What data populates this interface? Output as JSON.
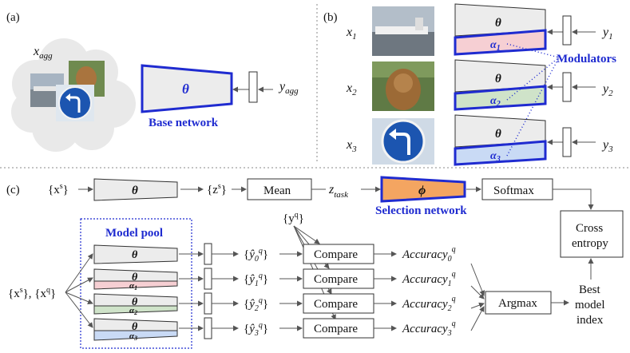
{
  "colors": {
    "accent_blue": "#1f2bd0",
    "trap_fill": "#e8e8e8",
    "alpha1_fill": "#f6cfd3",
    "alpha2_fill": "#cfe3c9",
    "alpha3_fill": "#c9daf5",
    "phi_fill": "#f4a561"
  },
  "panels": {
    "a": {
      "label": "(a)",
      "input": "x",
      "input_sub": "agg",
      "theta": "θ",
      "output": "y",
      "output_sub": "agg",
      "caption": "Base network"
    },
    "b": {
      "label": "(b)",
      "rows": [
        {
          "x": "x",
          "sub": "1",
          "theta": "θ",
          "alpha": "α",
          "alpha_sub": "1",
          "y": "y",
          "ysub": "1"
        },
        {
          "x": "x",
          "sub": "2",
          "theta": "θ",
          "alpha": "α",
          "alpha_sub": "2",
          "y": "y",
          "ysub": "2"
        },
        {
          "x": "x",
          "sub": "3",
          "theta": "θ",
          "alpha": "α",
          "alpha_sub": "3",
          "y": "y",
          "ysub": "3"
        }
      ],
      "modulators_label": "Modulators"
    },
    "c": {
      "label": "(c)",
      "top": {
        "input": "{x",
        "input_sup": "s",
        "input_close": "}",
        "theta": "θ",
        "z": "{z",
        "z_sup": "s",
        "z_close": "}",
        "mean": "Mean",
        "ztask": "z",
        "ztask_sub": "task",
        "phi": "ϕ",
        "softmax": "Softmax",
        "selection_label": "Selection network"
      },
      "cross_entropy_1": "Cross",
      "cross_entropy_2": "entropy",
      "model_pool_label": "Model pool",
      "inputs": "{x",
      "inputs_sup1": "s",
      "inputs_mid": "}, {x",
      "inputs_sup2": "q",
      "inputs_close": "}",
      "yq": "{y",
      "yq_sup": "q",
      "yq_close": "}",
      "pool_rows": [
        {
          "theta": "θ",
          "alpha": "",
          "alpha_sub": "",
          "yhat_sub": "0",
          "compare": "Compare",
          "acc": "Accuracy",
          "acc_sub": "0",
          "acc_sup": "q"
        },
        {
          "theta": "θ",
          "alpha": "α",
          "alpha_sub": "1",
          "yhat_sub": "1",
          "compare": "Compare",
          "acc": "Accuracy",
          "acc_sub": "1",
          "acc_sup": "q"
        },
        {
          "theta": "θ",
          "alpha": "α",
          "alpha_sub": "2",
          "yhat_sub": "2",
          "compare": "Compare",
          "acc": "Accuracy",
          "acc_sub": "2",
          "acc_sup": "q"
        },
        {
          "theta": "θ",
          "alpha": "α",
          "alpha_sub": "3",
          "yhat_sub": "3",
          "compare": "Compare",
          "acc": "Accuracy",
          "acc_sub": "3",
          "acc_sup": "q"
        }
      ],
      "argmax": "Argmax",
      "best_1": "Best",
      "best_2": "model",
      "best_3": "index"
    }
  }
}
